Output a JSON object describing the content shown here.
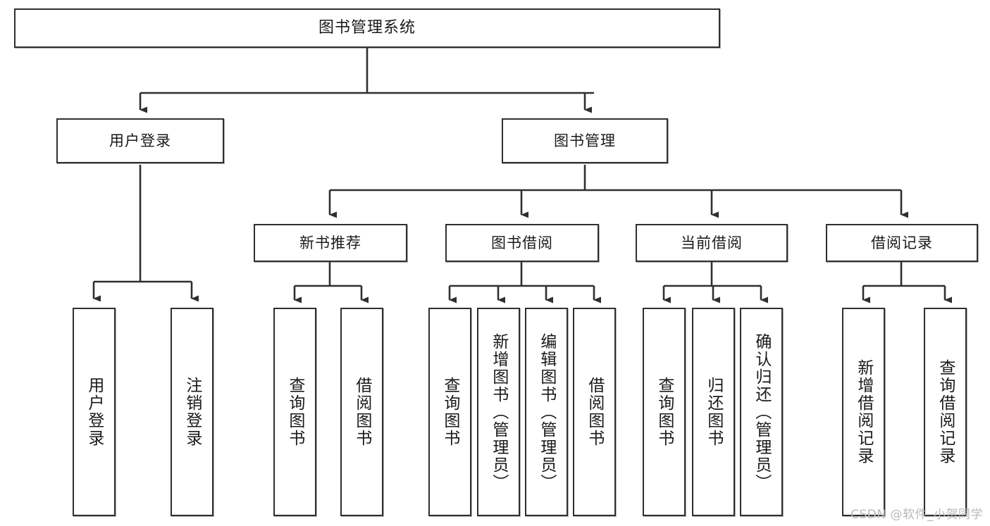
{
  "diagram": {
    "title": "图书管理系统",
    "watermark": "CSDN @软件_小贺同学",
    "line_color": "#2f2f2f",
    "box_fill": "#ffffff",
    "text_color": "#1a1a1a",
    "nodes": {
      "root": "图书管理系统",
      "user_login": "用户登录",
      "book_manage": "图书管理",
      "new_book_rec": "新书推荐",
      "book_borrow": "图书借阅",
      "current_borrow": "当前借阅",
      "borrow_record": "借阅记录",
      "leaf_user_login": "用户登录",
      "leaf_logout_login": "注销登录",
      "leaf_query_book_1": "查询图书",
      "leaf_borrow_book_1": "借阅图书",
      "leaf_query_book_2": "查询图书",
      "leaf_add_book_admin": "新增图书（管理员）",
      "leaf_edit_book_admin": "编辑图书（管理员）",
      "leaf_borrow_book_2": "借阅图书",
      "leaf_query_book_3": "查询图书",
      "leaf_return_book": "归还图书",
      "leaf_confirm_return_admin": "确认归还（管理员）",
      "leaf_add_borrow_record": "新增借阅记录",
      "leaf_query_borrow_record": "查询借阅记录"
    }
  }
}
